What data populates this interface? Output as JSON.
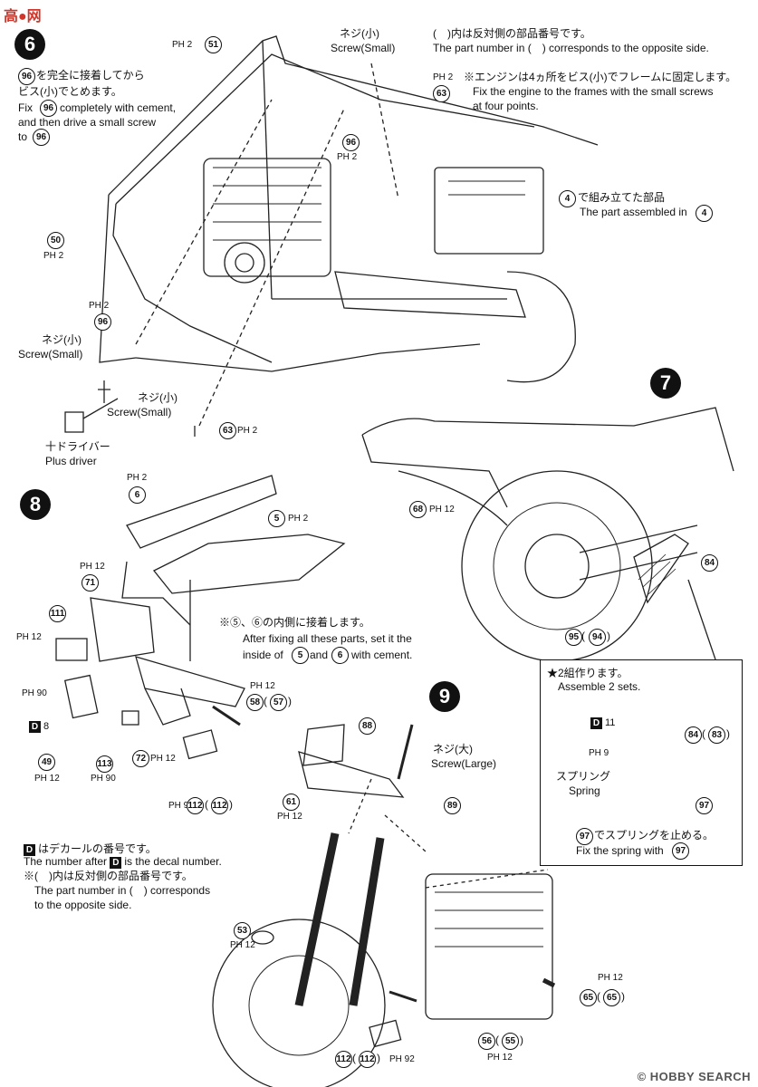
{
  "watermark": {
    "site": "高●网",
    "footer": "HOBBY SEARCH",
    "footer_prefix": "©"
  },
  "steps": {
    "six": {
      "number": "6",
      "note_jp_1": "を完全に接着してから",
      "note_jp_2": "ビス(小)でとめます。",
      "note_en_1": "Fix",
      "note_en_1b": "completely with cement,",
      "note_en_2": "and then drive a small screw",
      "note_en_3": "to",
      "part_96": "96",
      "screw_top_jp": "ネジ(小)",
      "screw_top_en": "Screw(Small)",
      "opposite_jp": "(　)内は反対側の部品番号です。",
      "opposite_en": "The part number in (　) corresponds to the opposite side.",
      "engine_jp": "※エンジンは4ヵ所をビス(小)でフレームに固定します。",
      "engine_en_1": "Fix the engine to the frames with the small screws",
      "engine_en_2": "at four points.",
      "assembled_jp": "で組み立てた部品",
      "assembled_en": "The part assembled in",
      "assembled_ref": "4",
      "screw_left_jp": "ネジ(小)",
      "screw_left_en": "Screw(Small)",
      "screw_low_jp": "ネジ(小)",
      "screw_low_en": "Screw(Small)",
      "driver_jp": "十ドライバー",
      "driver_en": "Plus driver",
      "parts": {
        "p51": "51",
        "p50": "50",
        "p63a": "63",
        "p63b": "63",
        "p96a": "96",
        "p96b": "96"
      },
      "sheets": {
        "ph2": "PH 2"
      }
    },
    "seven": {
      "number": "7",
      "p68": "68",
      "p84": "84",
      "p95": "95",
      "p94": "94",
      "ph12": "PH 12",
      "assem_jp": "★2組作ります。",
      "assem_en": "Assemble 2 sets.",
      "d11": "11",
      "p84b": "84",
      "p83": "83",
      "ph9": "PH 9",
      "spring_jp": "スプリング",
      "spring_en": "Spring",
      "p97": "97",
      "fix_jp": "でスプリングを止める。",
      "fix_en": "Fix the spring with",
      "fix_ref": "97"
    },
    "eight": {
      "number": "8",
      "p6": "6",
      "p5": "5",
      "p71": "71",
      "p111": "111",
      "p49": "49",
      "p113": "113",
      "p72": "72",
      "p58": "58",
      "p57": "57",
      "p112": "112",
      "p112b": "112",
      "d8": "8",
      "cement_jp": "※⑤、⑥の内側に接着します。",
      "cement_en_1": "After fixing all these parts, set it the",
      "cement_en_2": "inside of",
      "cement_en_3": "and",
      "cement_en_4": "with cement.",
      "ref5": "5",
      "ref6": "6",
      "ph2": "PH 2",
      "ph12": "PH 12",
      "ph90": "PH 90",
      "ph92": "PH 92",
      "decal_jp": "はデカールの番号です。",
      "decal_en_1": "The number after",
      "decal_en_2": "is the decal number.",
      "decal_d": "D",
      "opp_jp": "※(　)内は反対側の部品番号です。",
      "opp_en_1": "The part number in (　) corresponds",
      "opp_en_2": "to the opposite side."
    },
    "nine": {
      "number": "9",
      "p88": "88",
      "p61": "61",
      "p89": "89",
      "p53": "53",
      "p65": "65",
      "p65b": "65",
      "p56": "56",
      "p55": "55",
      "p112": "112",
      "p112b": "112",
      "screw_jp": "ネジ(大)",
      "screw_en": "Screw(Large)",
      "ph12": "PH 12",
      "ph92": "PH 92"
    }
  }
}
